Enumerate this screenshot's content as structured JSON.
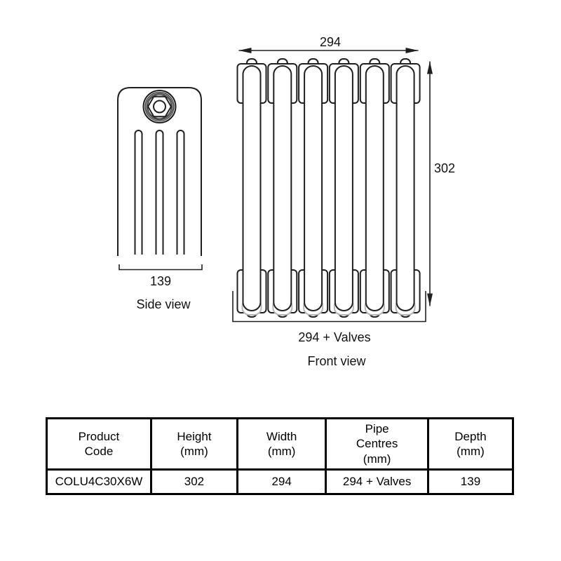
{
  "diagram": {
    "side_view": {
      "caption": "Side view",
      "depth_dim_label": "139"
    },
    "front_view": {
      "caption": "Front view",
      "width_dim_label": "294",
      "height_dim_label": "302",
      "pipe_centres_dim_label": "294 + Valves"
    },
    "line_color": "#1f1f1f",
    "shadow_color": "#b5b5b5"
  },
  "spec_table": {
    "headers": [
      "Product\nCode",
      "Height\n(mm)",
      "Width\n(mm)",
      "Pipe\nCentres\n(mm)",
      "Depth\n(mm)"
    ],
    "row": [
      "COLU4C30X6W",
      "302",
      "294",
      "294 + Valves",
      "139"
    ]
  }
}
